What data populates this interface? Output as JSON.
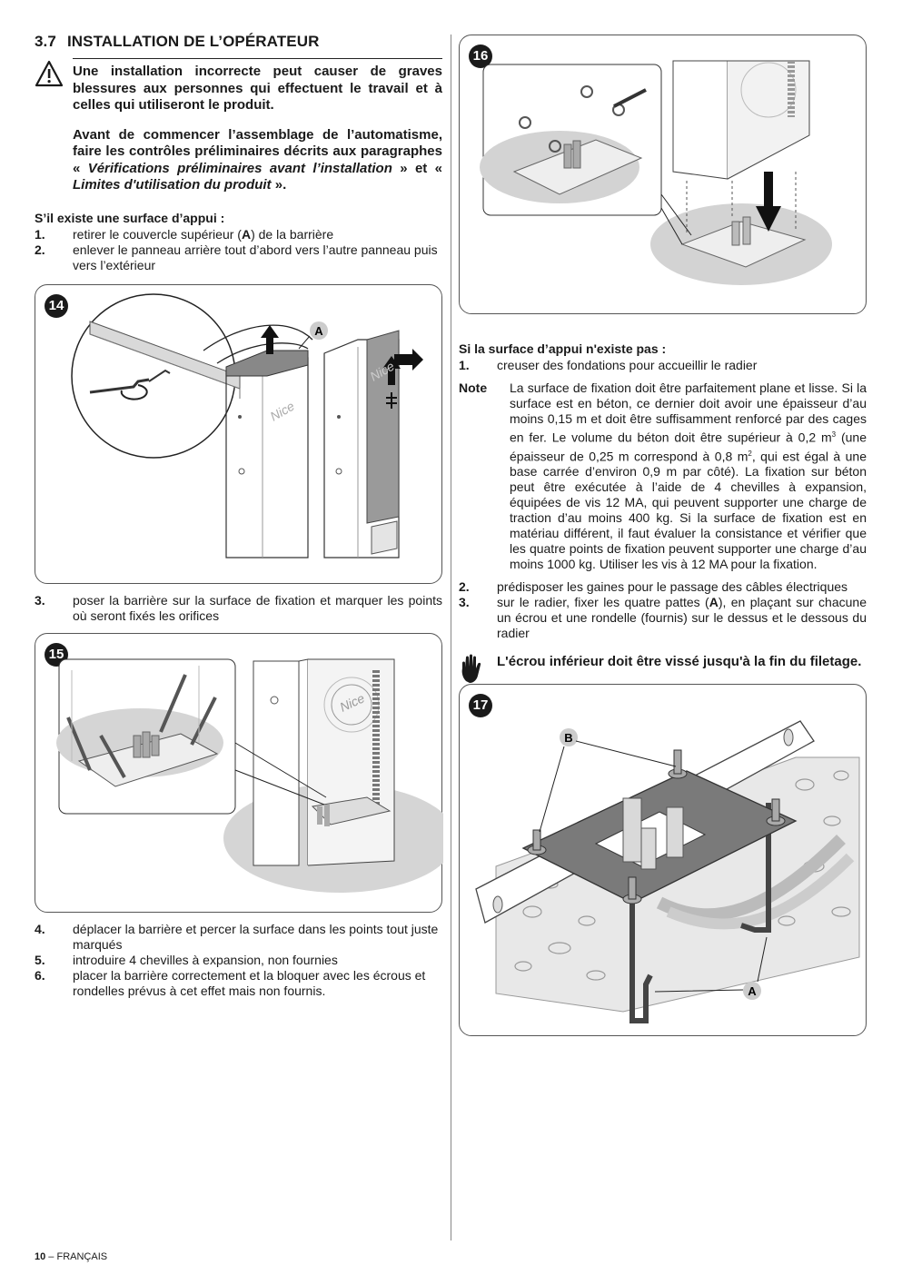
{
  "section": {
    "number": "3.7",
    "title": "INSTALLATION DE L’OPÉRATEUR"
  },
  "warning": {
    "p1": "Une installation incorrecte peut causer de graves blessures aux personnes qui effectuent le travail et à celles qui utiliseront le produit.",
    "p2_a": "Avant de commencer l’assemblage de l’automatisme, faire les contrôles préliminaires décrits aux paragraphes «",
    "p2_i1": " Vérifications préliminaires avant l’installation",
    "p2_b": " » et «",
    "p2_i2": " Limites d'utilisation du produit",
    "p2_c": " »."
  },
  "left": {
    "subhead": "S’il existe une surface d’appui :",
    "steps_a": [
      {
        "n": "1.",
        "pre": "retirer le couvercle supérieur (",
        "b": "A",
        "post": ") de la barrière"
      },
      {
        "n": "2.",
        "text": "enlever le panneau arrière tout d’abord vers l’autre panneau puis vers l’extérieur"
      }
    ],
    "fig14": {
      "num": "14",
      "label_a": "A",
      "brand": "Nice"
    },
    "step3": {
      "n": "3.",
      "text": "poser la barrière sur la surface de fixation et marquer les points où seront fixés les orifices"
    },
    "fig15": {
      "num": "15",
      "brand": "Nice"
    },
    "steps_b": [
      {
        "n": "4.",
        "text": "déplacer la barrière et percer la surface dans les points tout juste marqués"
      },
      {
        "n": "5.",
        "text": "introduire 4 chevilles à expansion, non fournies"
      },
      {
        "n": "6.",
        "text": "placer la barrière correctement et la bloquer avec les écrous et rondelles prévus à cet effet mais non fournis."
      }
    ]
  },
  "right": {
    "fig16": {
      "num": "16"
    },
    "subhead": "Si la surface d’appui n'existe pas :",
    "step1": {
      "n": "1.",
      "text": "creuser des fondations pour accueillir le radier"
    },
    "note": {
      "label": "Note",
      "part1": "La surface de fixation doit être parfaitement plane et lisse. Si la surface est en béton, ce dernier doit avoir une épaisseur d’au moins 0,15 m et doit être suffisamment renforcé par des cages en fer. Le volume du béton doit être supérieur à 0,2 m",
      "sup1": "3",
      "part2": " (une épaisseur de 0,25 m correspond à 0,8 m",
      "sup2": "2",
      "part3": ", qui est égal à une base carrée d’environ 0,9 m par côté). La fixation sur béton peut être exécutée à l’aide de 4 chevilles à expansion, équipées de vis 12 MA, qui peuvent supporter une charge de traction d’au moins 400 kg. Si la surface de fixation est en matériau différent, il faut évaluer la consistance et vérifier que les quatre points de fixation peuvent supporter une charge d’au moins 1000 kg. Utiliser les vis à 12 MA pour la fixation."
    },
    "step2": {
      "n": "2.",
      "text": "prédisposer les gaines pour le passage des câbles électriques"
    },
    "step3": {
      "n": "3.",
      "pre": "sur le radier, fixer les quatre pattes (",
      "b": "A",
      "post": "), en plaçant sur chacune un écrou et une rondelle (fournis) sur le dessus et le dessous du radier"
    },
    "stop_note": "L'écrou inférieur doit être vissé jusqu'à la fin du filetage.",
    "fig17": {
      "num": "17",
      "label_b": "B",
      "label_a": "A"
    }
  },
  "footer": {
    "page": "10",
    "lang": " – FRANÇAIS"
  }
}
